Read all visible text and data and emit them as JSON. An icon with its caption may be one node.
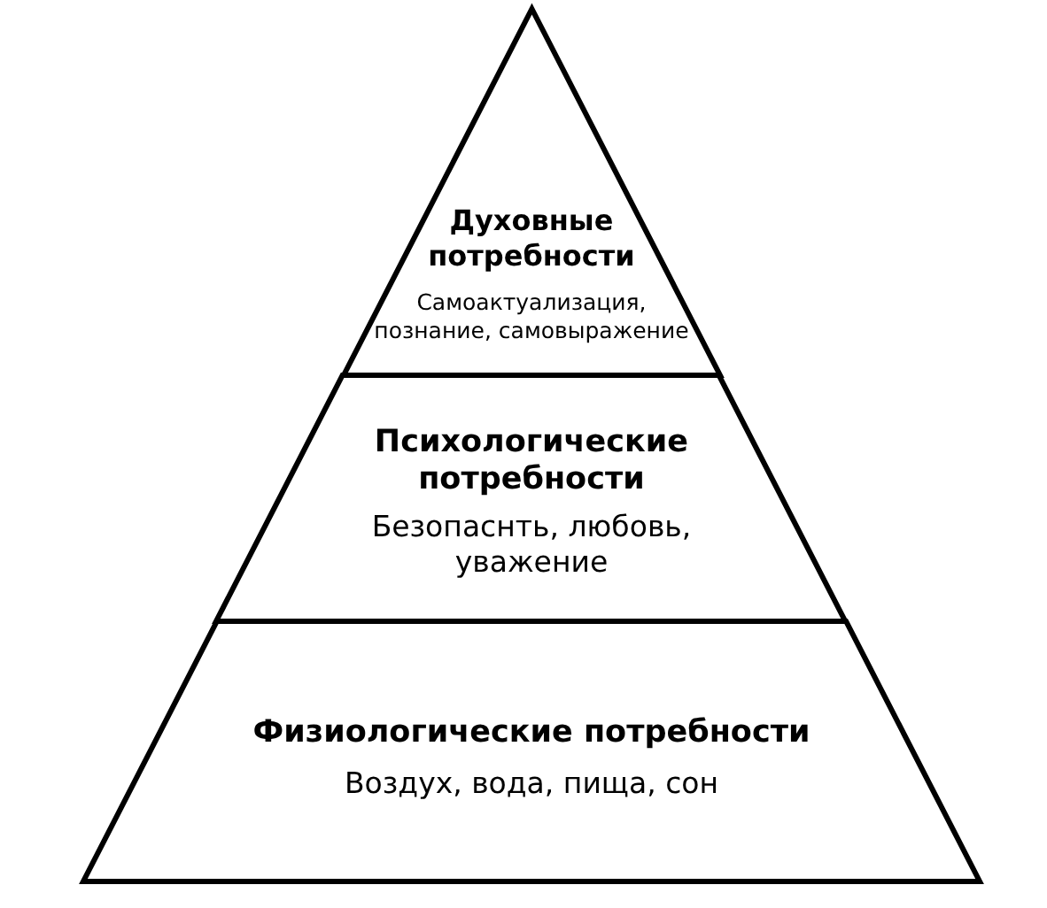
{
  "diagram": {
    "nodes": [
      {
        "text": [
          "Духовные потребности",
          "Самоактуализация, познание, самовыражение"
        ]
      },
      {
        "text": [
          "Психологические потребности",
          "Безопаснть, любовь, уважение"
        ]
      },
      {
        "text": [
          "Физиологические потребности",
          "Воздух, вода, пища, сон"
        ]
      }
    ]
  }
}
